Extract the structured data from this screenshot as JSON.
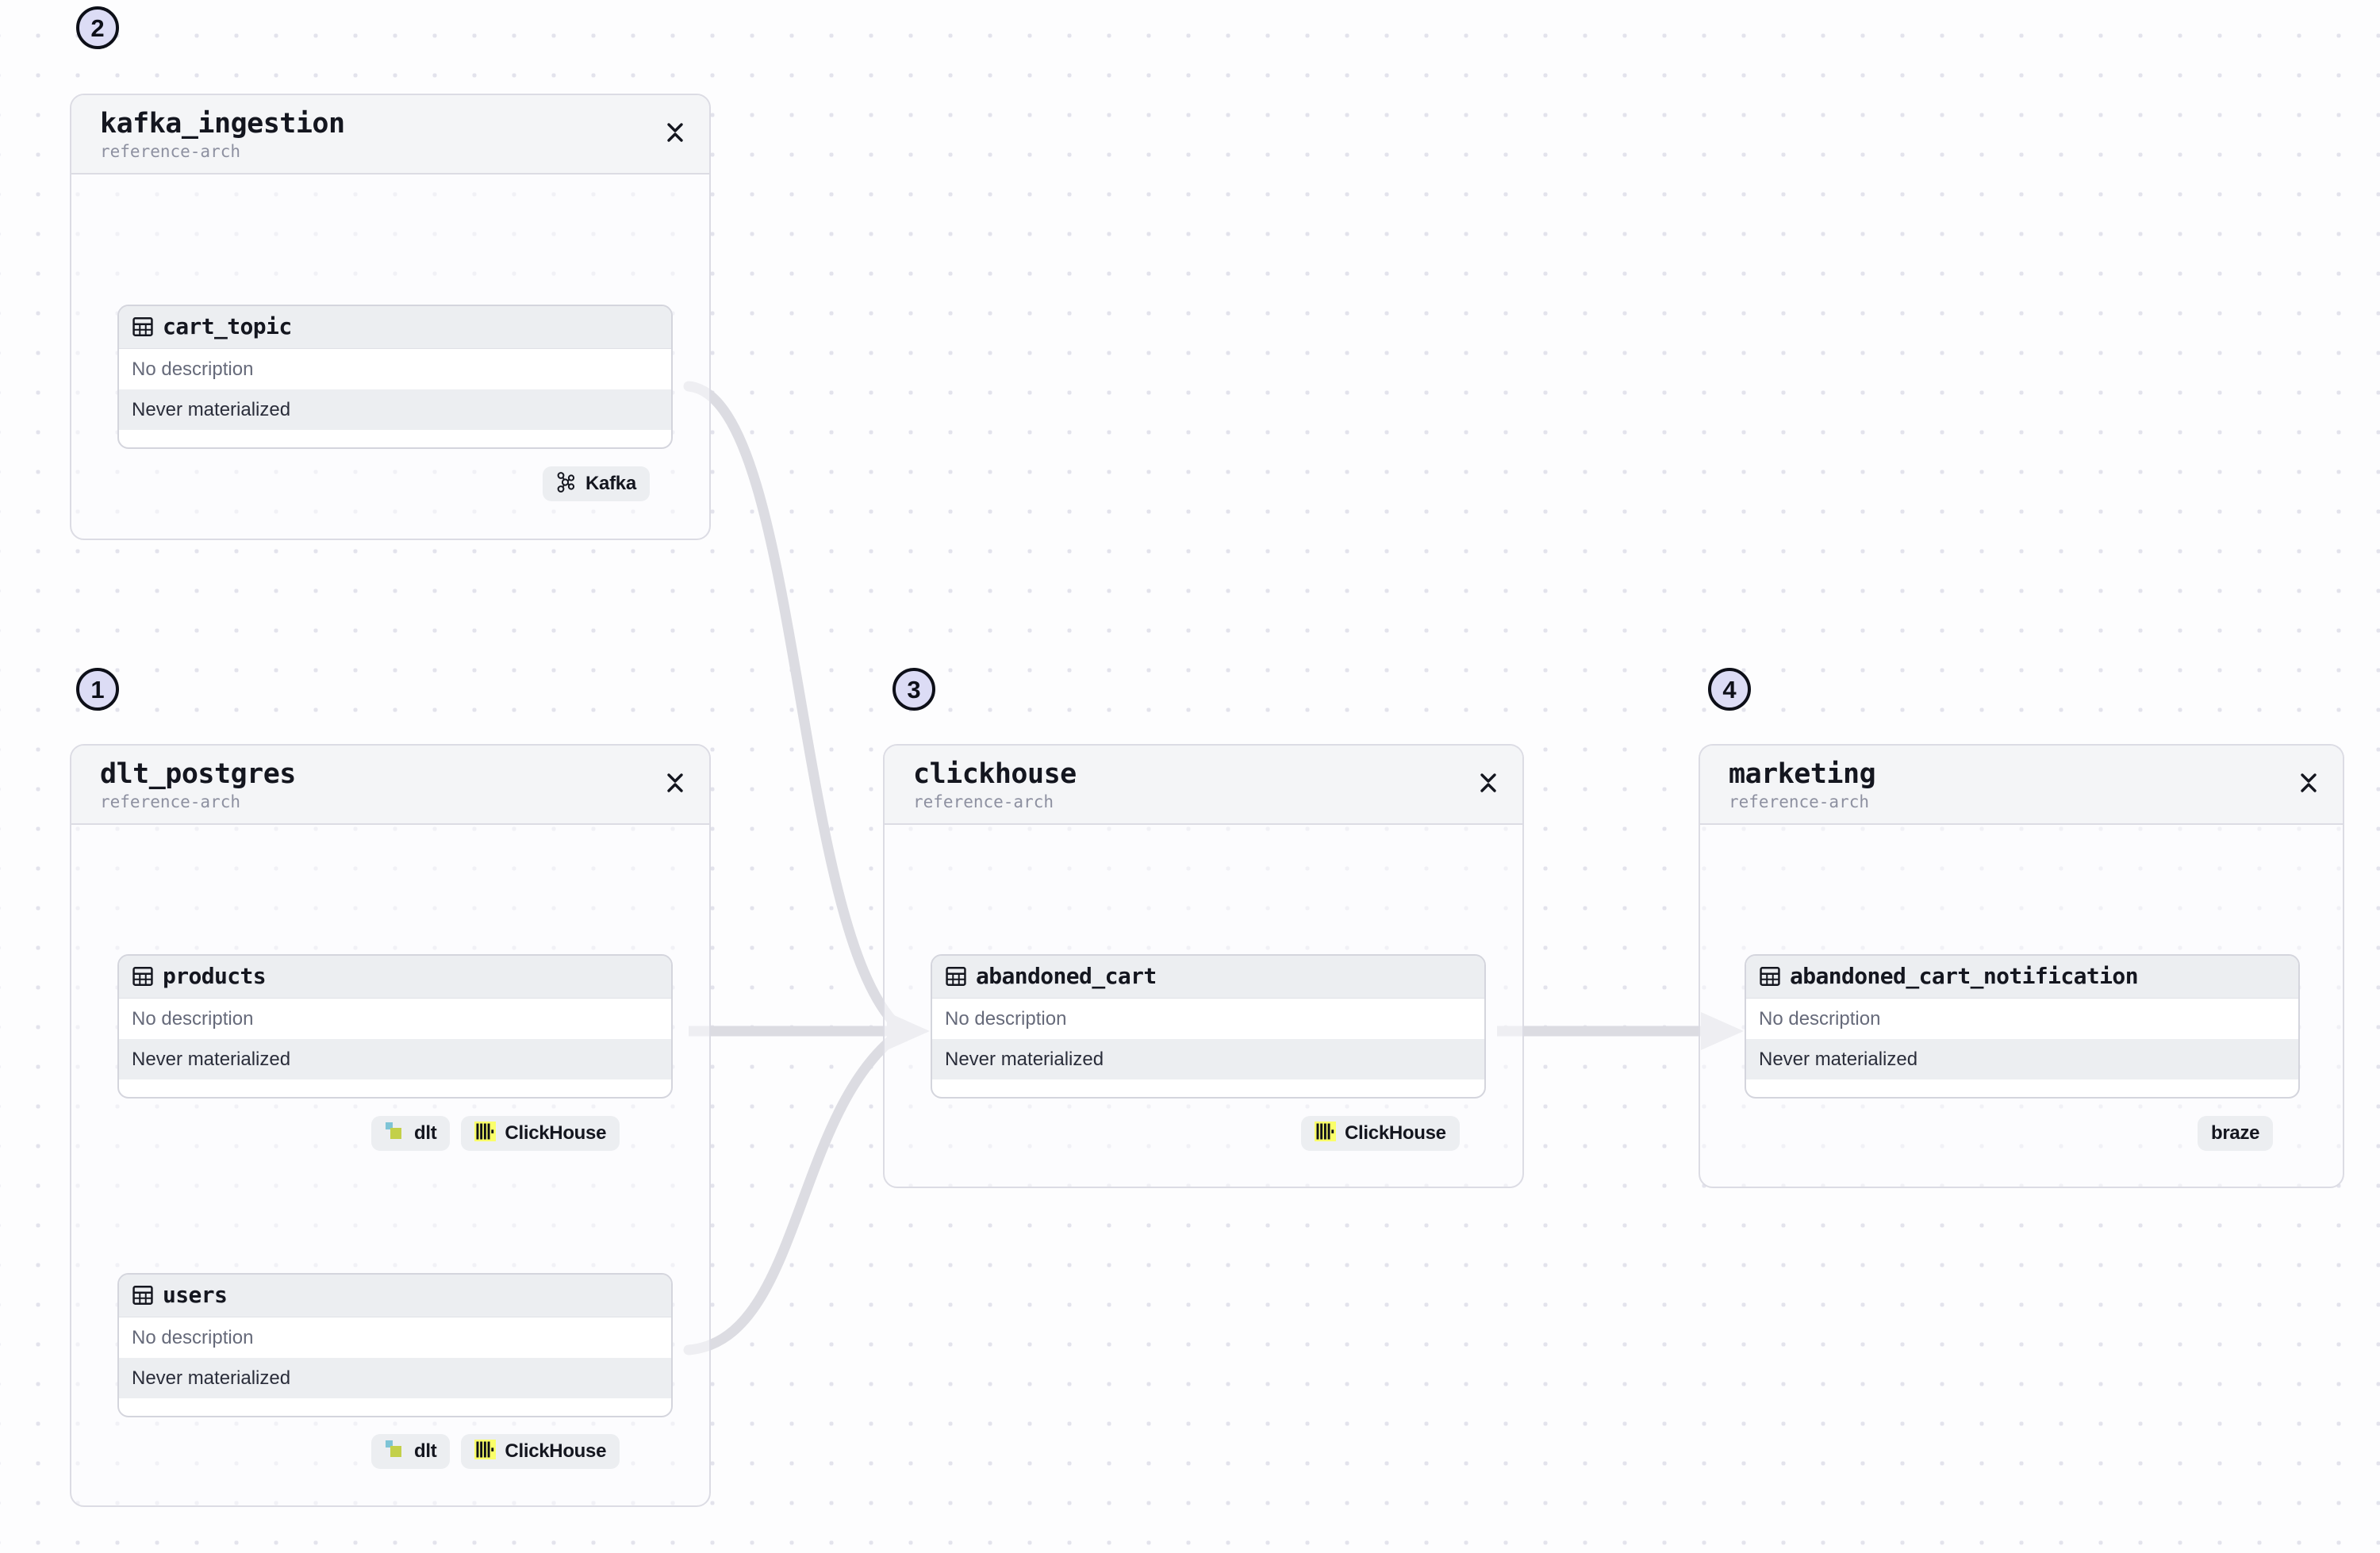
{
  "canvas": {
    "background": "#fdfdfe",
    "dot_color": "#e3e3ec",
    "edge_color": "#dcdce2"
  },
  "colors": {
    "badge_fill": "#dcdcf5",
    "badge_border": "#0d0f18",
    "group_border": "#dcdce4",
    "group_header_bg": "#f4f5f7",
    "node_header_bg": "#eceef1",
    "clickhouse_yellow": "#faff69",
    "dlt_cyan": "#7ec4d6",
    "dlt_olive": "#c3d04a"
  },
  "groups": [
    {
      "id": "kafka_ingestion",
      "title": "kafka_ingestion",
      "subtitle": "reference-arch",
      "badge": "2",
      "collapse_icon": "collapse-vertical-icon",
      "tables": [
        {
          "name": "cart_topic",
          "description": "No description",
          "materialization": "Never materialized",
          "icon": "table-grid-icon"
        }
      ],
      "tech_badges": [
        {
          "label": "Kafka",
          "icon": "kafka-icon"
        }
      ]
    },
    {
      "id": "dlt_postgres",
      "title": "dlt_postgres",
      "subtitle": "reference-arch",
      "badge": "1",
      "collapse_icon": "collapse-vertical-icon",
      "tables": [
        {
          "name": "products",
          "description": "No description",
          "materialization": "Never materialized",
          "icon": "table-grid-icon"
        },
        {
          "name": "users",
          "description": "No description",
          "materialization": "Never materialized",
          "icon": "table-grid-icon"
        }
      ],
      "tech_badges": [
        {
          "label": "dlt",
          "icon": "dlt-icon"
        },
        {
          "label": "ClickHouse",
          "icon": "clickhouse-icon"
        }
      ]
    },
    {
      "id": "clickhouse",
      "title": "clickhouse",
      "subtitle": "reference-arch",
      "badge": "3",
      "collapse_icon": "collapse-vertical-icon",
      "tables": [
        {
          "name": "abandoned_cart",
          "description": "No description",
          "materialization": "Never materialized",
          "icon": "table-grid-icon"
        }
      ],
      "tech_badges": [
        {
          "label": "ClickHouse",
          "icon": "clickhouse-icon"
        }
      ]
    },
    {
      "id": "marketing",
      "title": "marketing",
      "subtitle": "reference-arch",
      "badge": "4",
      "collapse_icon": "collapse-vertical-icon",
      "tables": [
        {
          "name": "abandoned_cart_notification",
          "description": "No description",
          "materialization": "Never materialized",
          "icon": "table-grid-icon"
        }
      ],
      "tech_badges": [
        {
          "label": "braze",
          "icon": "none"
        }
      ]
    }
  ],
  "edges": [
    {
      "from": "cart_topic",
      "to": "abandoned_cart",
      "style": "curved",
      "arrow": true
    },
    {
      "from": "products",
      "to": "abandoned_cart",
      "style": "straight",
      "arrow": true
    },
    {
      "from": "users",
      "to": "abandoned_cart",
      "style": "curved",
      "arrow": true
    },
    {
      "from": "abandoned_cart",
      "to": "abandoned_cart_notification",
      "style": "straight",
      "arrow": true
    }
  ]
}
